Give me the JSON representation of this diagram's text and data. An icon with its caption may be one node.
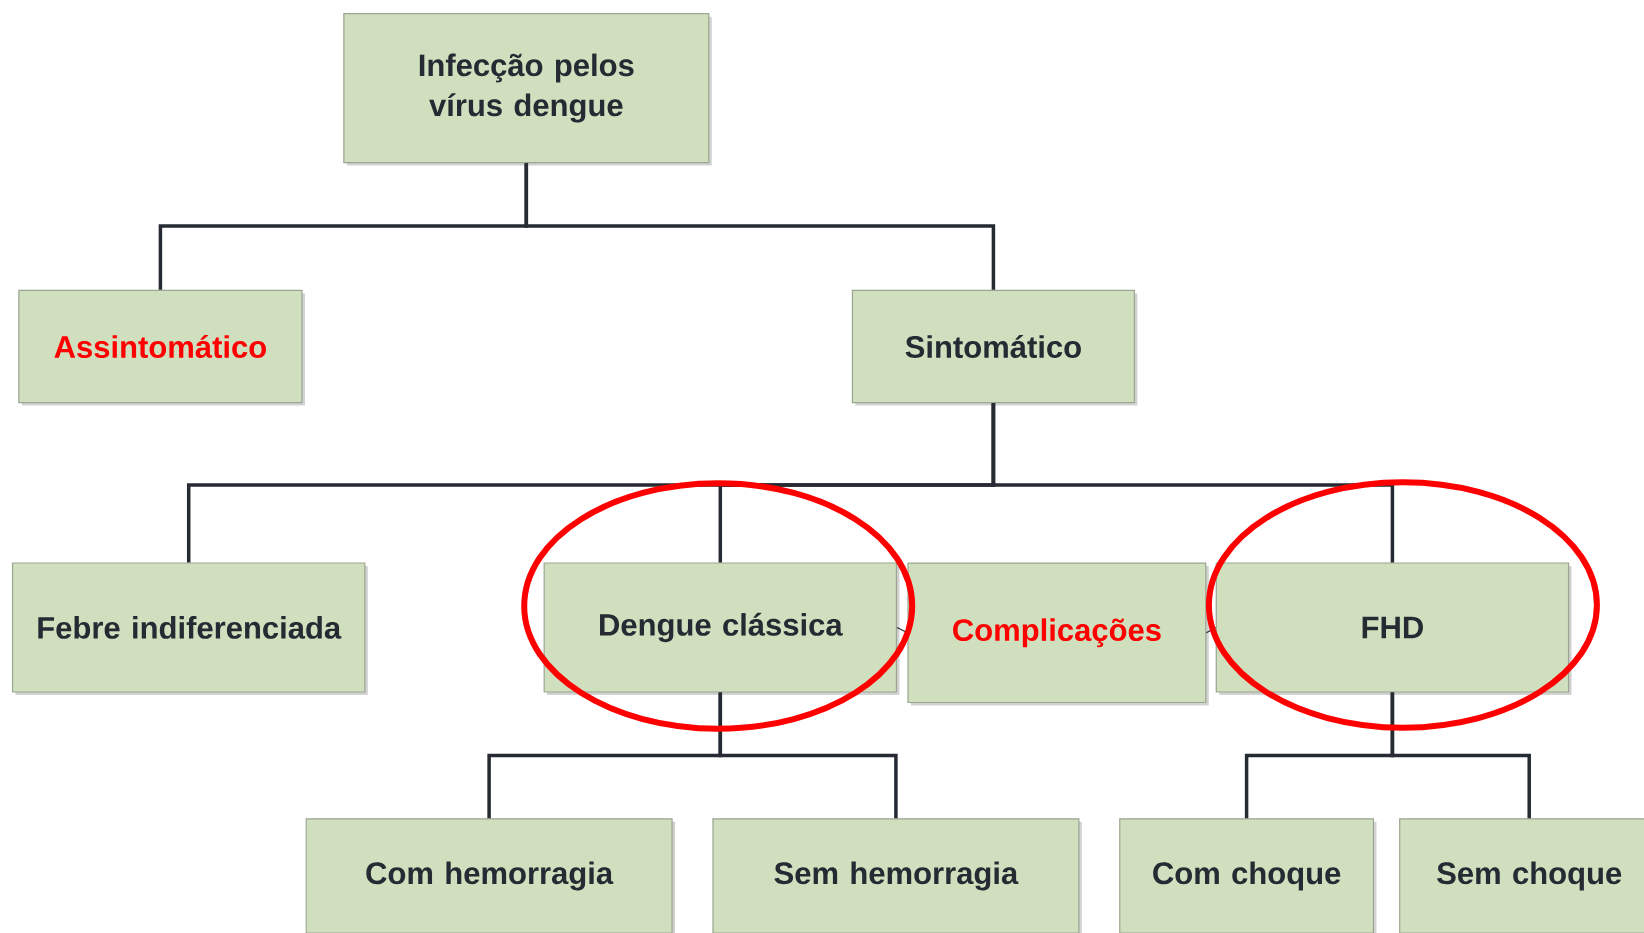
{
  "diagram": {
    "nodes": [
      {
        "text": [
          "Infecção pelos vírus dengue"
        ]
      },
      {
        "text": [
          "Assintomático"
        ]
      },
      {
        "text": [
          "Sintomático"
        ]
      },
      {
        "text": [
          "Febre indiferenciada"
        ]
      },
      {
        "text": [
          "Dengue clássica"
        ]
      },
      {
        "text": [
          "Complicações"
        ]
      },
      {
        "text": [
          "FHD"
        ]
      },
      {
        "text": [
          "Com hemorragia"
        ]
      },
      {
        "text": [
          "Sem hemorragia"
        ]
      },
      {
        "text": [
          "Com choque"
        ]
      },
      {
        "text": [
          "Sem choque"
        ]
      }
    ],
    "edges": [
      {
        "from": 0,
        "to": 1,
        "arrow": "none"
      },
      {
        "from": 0,
        "to": 2,
        "arrow": "none"
      },
      {
        "from": 2,
        "to": 3,
        "arrow": "none"
      },
      {
        "from": 2,
        "to": 4,
        "arrow": "none"
      },
      {
        "from": 2,
        "to": 6,
        "arrow": "none"
      },
      {
        "from": 4,
        "to": 5,
        "arrow": "none"
      },
      {
        "from": 5,
        "to": 6,
        "arrow": "none"
      },
      {
        "from": 4,
        "to": 7,
        "arrow": "none"
      },
      {
        "from": 4,
        "to": 8,
        "arrow": "none"
      },
      {
        "from": 6,
        "to": 9,
        "arrow": "none"
      },
      {
        "from": 6,
        "to": 10,
        "arrow": "none"
      }
    ]
  }
}
